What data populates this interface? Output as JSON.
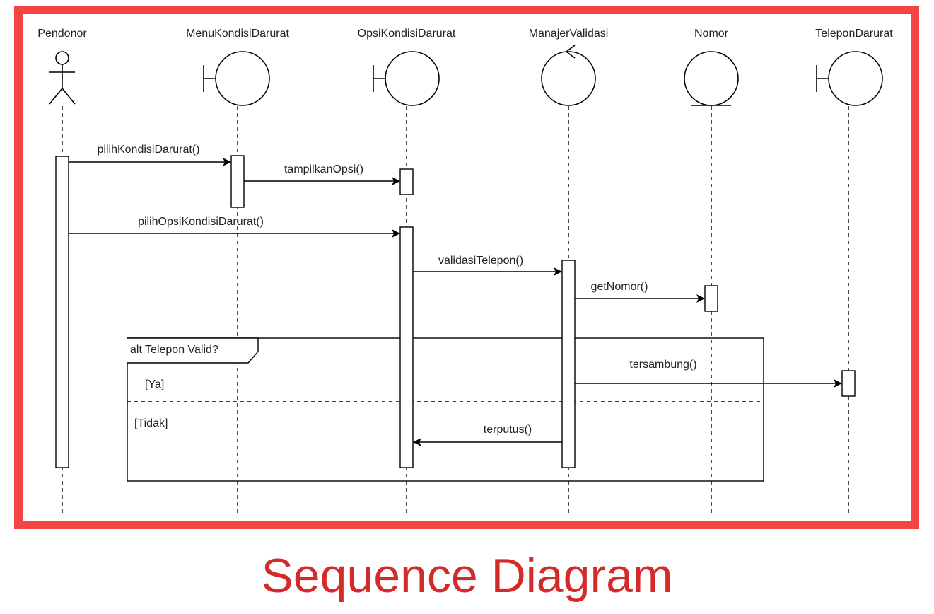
{
  "colors": {
    "frame": "#f44444",
    "caption": "#d42a2a",
    "line": "#000000",
    "text": "#222222"
  },
  "diagram": {
    "participants": [
      {
        "id": "pendonor",
        "name": "Pendonor",
        "kind": "actor",
        "icon": "actor-icon"
      },
      {
        "id": "menu",
        "name": "MenuKondisiDarurat",
        "kind": "boundary",
        "icon": "boundary-icon"
      },
      {
        "id": "opsi",
        "name": "OpsiKondisiDarurat",
        "kind": "boundary",
        "icon": "boundary-icon"
      },
      {
        "id": "manajer",
        "name": "ManajerValidasi",
        "kind": "control",
        "icon": "control-icon"
      },
      {
        "id": "nomor",
        "name": "Nomor",
        "kind": "entity",
        "icon": "entity-icon"
      },
      {
        "id": "telepon",
        "name": "TeleponDarurat",
        "kind": "boundary",
        "icon": "boundary-icon"
      }
    ],
    "messages": [
      {
        "from": "pendonor",
        "to": "menu",
        "label": "pilihKondisiDarurat()"
      },
      {
        "from": "menu",
        "to": "opsi",
        "label": "tampilkanOpsi()"
      },
      {
        "from": "pendonor",
        "to": "opsi",
        "label": "pilihOpsiKondisiDarurat()"
      },
      {
        "from": "opsi",
        "to": "manajer",
        "label": "validasiTelepon()"
      },
      {
        "from": "manajer",
        "to": "nomor",
        "label": "getNomor()"
      },
      {
        "from": "manajer",
        "to": "telepon",
        "label": "tersambung()"
      },
      {
        "from": "manajer",
        "to": "opsi",
        "label": "terputus()"
      }
    ],
    "fragment": {
      "title": "alt Telepon Valid?",
      "guards": [
        "[Ya]",
        "[Tidak]"
      ]
    }
  },
  "caption": "Sequence Diagram"
}
